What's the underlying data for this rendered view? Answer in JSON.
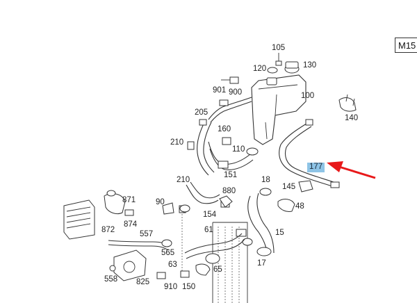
{
  "reference_code": "M15",
  "callouts": [
    {
      "id": "105",
      "text": "105"
    },
    {
      "id": "120",
      "text": "120"
    },
    {
      "id": "130",
      "text": "130"
    },
    {
      "id": "901",
      "text": "901"
    },
    {
      "id": "900",
      "text": "900"
    },
    {
      "id": "100",
      "text": "100"
    },
    {
      "id": "140",
      "text": "140"
    },
    {
      "id": "205",
      "text": "205"
    },
    {
      "id": "160",
      "text": "160"
    },
    {
      "id": "210a",
      "text": "210"
    },
    {
      "id": "110",
      "text": "110"
    },
    {
      "id": "177",
      "text": "177",
      "highlighted": true
    },
    {
      "id": "151",
      "text": "151"
    },
    {
      "id": "210b",
      "text": "210"
    },
    {
      "id": "18",
      "text": "18"
    },
    {
      "id": "145",
      "text": "145"
    },
    {
      "id": "880",
      "text": "880"
    },
    {
      "id": "871",
      "text": "871"
    },
    {
      "id": "90",
      "text": "90"
    },
    {
      "id": "48",
      "text": "48"
    },
    {
      "id": "874",
      "text": "874"
    },
    {
      "id": "154",
      "text": "154"
    },
    {
      "id": "872",
      "text": "872"
    },
    {
      "id": "557",
      "text": "557"
    },
    {
      "id": "61",
      "text": "61"
    },
    {
      "id": "15",
      "text": "15"
    },
    {
      "id": "565",
      "text": "565"
    },
    {
      "id": "63",
      "text": "63"
    },
    {
      "id": "17",
      "text": "17"
    },
    {
      "id": "65",
      "text": "65"
    },
    {
      "id": "558",
      "text": "558"
    },
    {
      "id": "825",
      "text": "825"
    },
    {
      "id": "910",
      "text": "910"
    },
    {
      "id": "150",
      "text": "150"
    }
  ],
  "colors": {
    "highlight": "#8ec4e6",
    "arrow": "#e8191a",
    "line": "#333333"
  }
}
